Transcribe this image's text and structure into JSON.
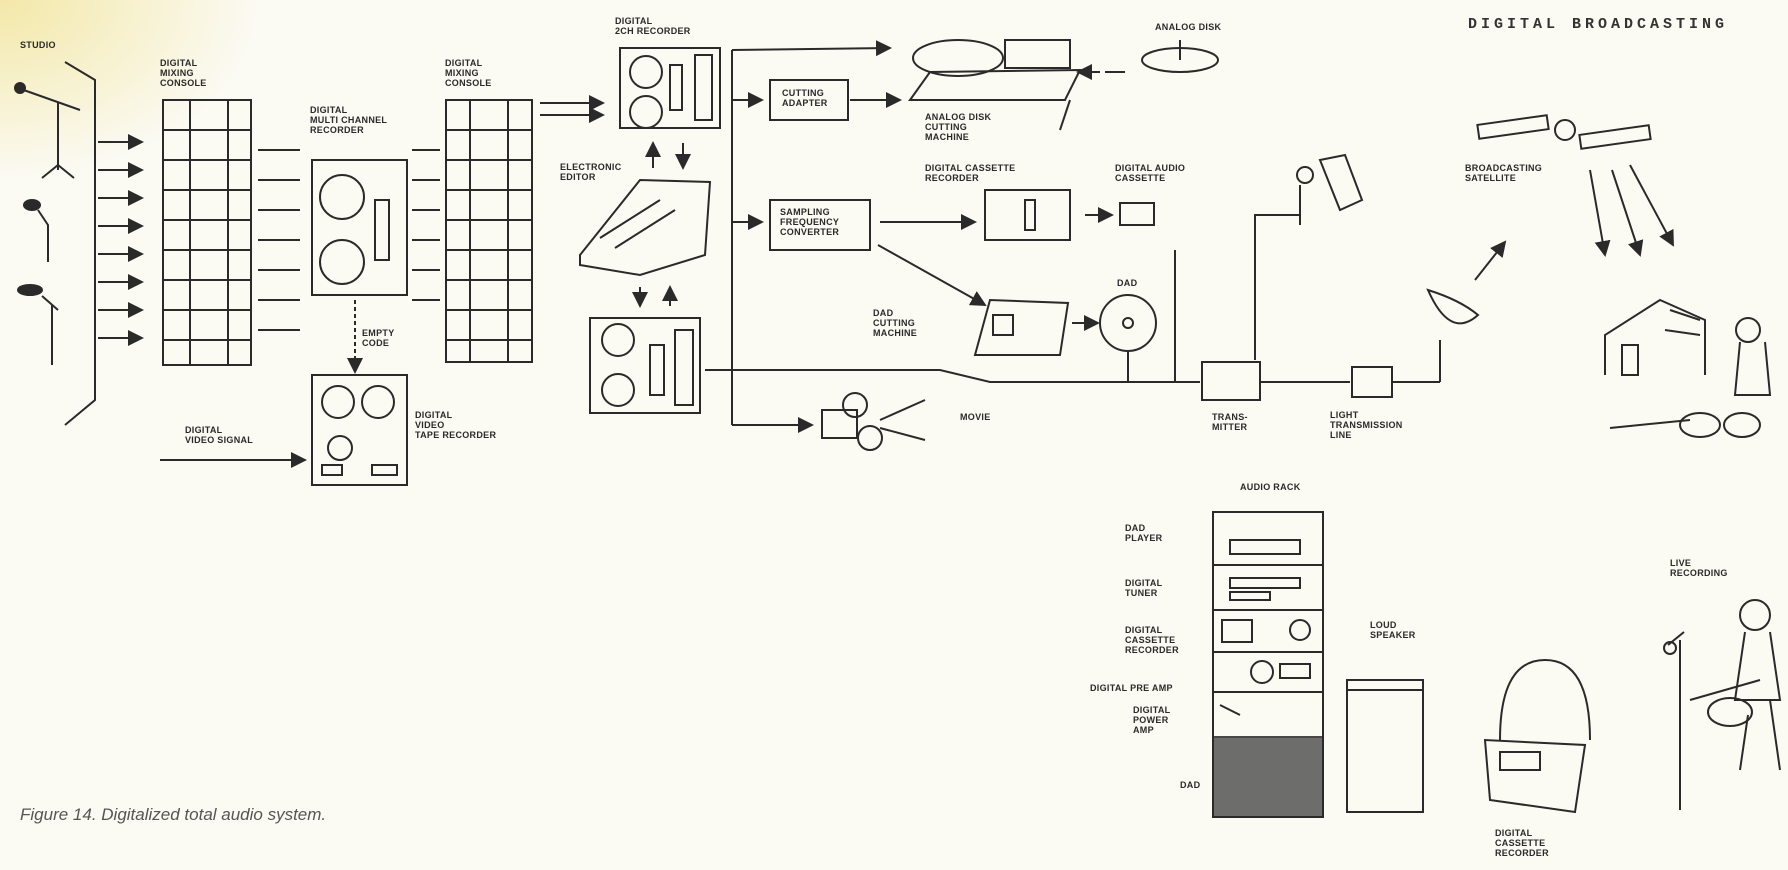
{
  "title": "DIGITAL BROADCASTING",
  "caption": "Figure 14. Digitalized total audio system.",
  "labels": {
    "studio": "STUDIO",
    "mixing_console_1": "DIGITAL\nMIXING\nCONSOLE",
    "multichannel_recorder": "DIGITAL\nMULTI CHANNEL\nRECORDER",
    "mixing_console_2": "DIGITAL\nMIXING\nCONSOLE",
    "two_track_recorder": "DIGITAL\n2ch RECORDER",
    "electronic_editor": "ELECTRONIC\nEDITOR",
    "empty_code": "EMPTY\nCODE",
    "digital_video_signal": "DIGITAL\nVIDEO SIGNAL",
    "video_tape_recorder": "DIGITAL\nVIDEO\nTAPE RECORDER",
    "cutting_adapter": "CUTTING\nADAPTER",
    "analog_disk_cutting_machine": "ANALOG DISK\nCUTTING\nMACHINE",
    "analog_disk": "ANALOG DISK",
    "sampling_frequency_converter": "SAMPLING\nFREQUENCY\nCONVERTER",
    "digital_cassette_recorder": "DIGITAL CASSETTE\nRECORDER",
    "digital_audio_cassette": "DIGITAL AUDIO\nCASSETTE",
    "dad_cutting_machine": "DAD\nCUTTING\nMACHINE",
    "dad": "DAD",
    "movie": "MOVIE",
    "transmitter": "TRANS-\nMITTER",
    "light_transmission_line": "LIGHT\nTRANSMISSION\nLINE",
    "broadcasting_satellite": "BROADCASTING\nSATELLITE",
    "audio_rack": "AUDIO RACK",
    "dad_player": "DAD\nPLAYER",
    "digital_tuner": "DIGITAL\nTUNER",
    "rack_cassette_recorder": "DIGITAL\nCASSETTE\nRECORDER",
    "digital_pre_amp": "DIGITAL PRE AMP",
    "digital_power_amp": "DIGITAL\nPOWER\nAMP",
    "rack_dad": "DAD",
    "loud_speaker": "LOUD\nSPEAKER",
    "live_recording": "LIVE\nRECORDING",
    "portable_cassette_recorder": "DIGITAL\nCASSETTE\nRECORDER"
  },
  "colors": {
    "ink": "#2a2a2a",
    "paper": "#fbfaf3",
    "caption": "#555555"
  }
}
